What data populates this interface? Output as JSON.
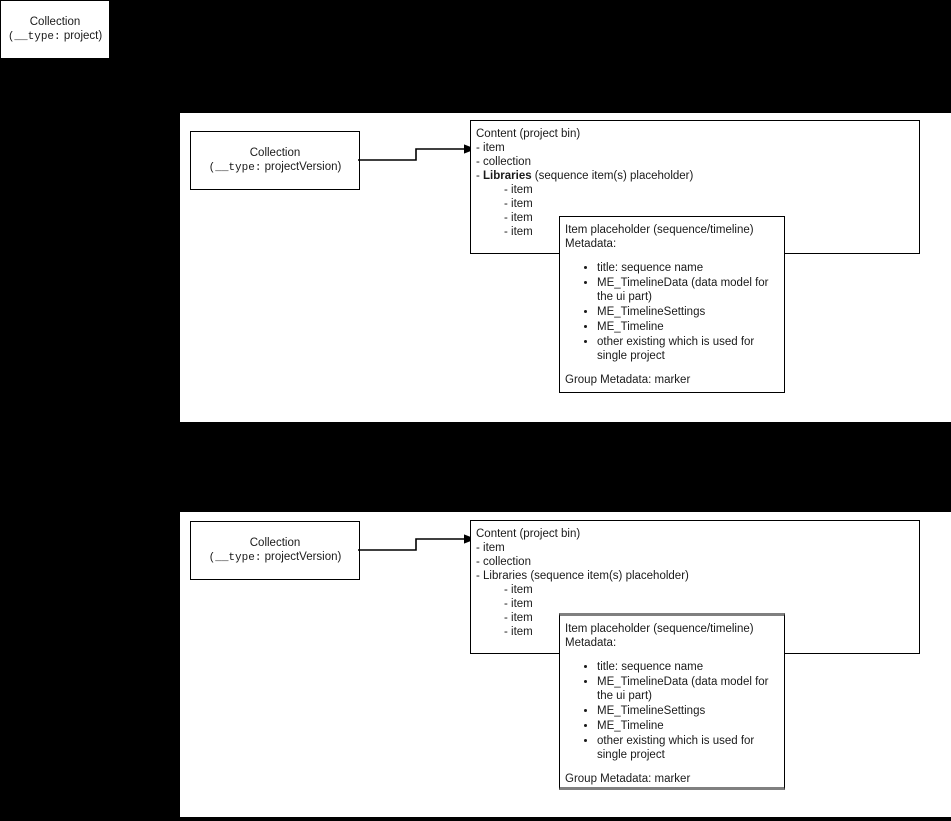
{
  "diagram": {
    "title": "Collection / project bin structure diagram",
    "background_color": "#000000",
    "panel_color": "#ffffff",
    "line_color": "#000000",
    "highlight_color": "#808080"
  },
  "project_box": {
    "line1": "Collection",
    "type_label": "(__type:",
    "type_value": "project)"
  },
  "groups": [
    {
      "id": "group-1",
      "version_box": {
        "line1": "Collection",
        "type_label": "(__type:",
        "type_value": "projectVersion)"
      },
      "connector": {
        "name": "arrow-right",
        "direction": "right"
      },
      "content_box": {
        "title": "Content (project bin)",
        "lines": [
          {
            "text": "- item",
            "indent": false,
            "bold_part": ""
          },
          {
            "text": "- collection",
            "indent": false,
            "bold_part": ""
          },
          {
            "prefix": "- ",
            "bold_part": "Libraries",
            "suffix": " (sequence item(s) placeholder)",
            "indent": false,
            "bold": true
          },
          {
            "text": "- item",
            "indent": true,
            "bold_part": ""
          },
          {
            "text": "- item",
            "indent": true,
            "bold_part": ""
          },
          {
            "text": "- item",
            "indent": true,
            "bold_part": ""
          },
          {
            "text": "- item",
            "indent": true,
            "bold_part": ""
          }
        ]
      },
      "item_box": {
        "header_line1": "Item placeholder (sequence/timeline)",
        "header_line2": "Metadata:",
        "bullets": [
          "title: sequence name",
          "ME_TimelineData (data model for the ui part)",
          "ME_TimelineSettings",
          "ME_Timeline",
          "other existing which is used for single project"
        ],
        "footer": "Group Metadata: marker",
        "highlighted": false
      }
    },
    {
      "id": "group-2",
      "version_box": {
        "line1": "Collection",
        "type_label": "(__type:",
        "type_value": "projectVersion)"
      },
      "connector": {
        "name": "arrow-right",
        "direction": "right"
      },
      "content_box": {
        "title": "Content (project bin)",
        "lines": [
          {
            "text": "- item",
            "indent": false,
            "bold_part": ""
          },
          {
            "text": "- collection",
            "indent": false,
            "bold_part": ""
          },
          {
            "prefix": "- ",
            "bold_part": "Libraries",
            "suffix": " (sequence item(s) placeholder)",
            "indent": false,
            "bold": false
          },
          {
            "text": "- item",
            "indent": true,
            "bold_part": ""
          },
          {
            "text": "- item",
            "indent": true,
            "bold_part": ""
          },
          {
            "text": "- item",
            "indent": true,
            "bold_part": ""
          },
          {
            "text": "- item",
            "indent": true,
            "bold_part": ""
          }
        ]
      },
      "item_box": {
        "header_line1": "Item placeholder (sequence/timeline)",
        "header_line2": "Metadata:",
        "bullets": [
          "title: sequence name",
          "ME_TimelineData (data model for the ui part)",
          "ME_TimelineSettings",
          "ME_Timeline",
          "other existing which is used for single project"
        ],
        "footer": "Group Metadata: marker",
        "highlighted": true
      }
    }
  ]
}
